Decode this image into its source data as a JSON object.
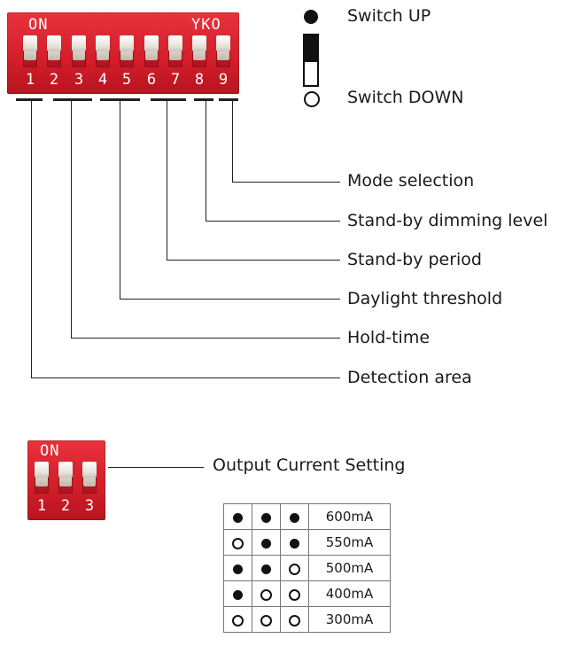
{
  "legend": {
    "up_label": "Switch UP",
    "down_label": "Switch DOWN"
  },
  "main_switch": {
    "on_label": "ON",
    "brand_label": "YKO",
    "numbers": [
      "1",
      "2",
      "3",
      "4",
      "5",
      "6",
      "7",
      "8",
      "9"
    ]
  },
  "functions": [
    {
      "label": "Mode selection"
    },
    {
      "label": "Stand-by dimming level"
    },
    {
      "label": "Stand-by period"
    },
    {
      "label": "Daylight threshold"
    },
    {
      "label": "Hold-time"
    },
    {
      "label": "Detection area"
    }
  ],
  "current_switch": {
    "on_label": "ON",
    "numbers": [
      "1",
      "2",
      "3"
    ],
    "title": "Output Current Setting"
  },
  "current_table": {
    "rows": [
      {
        "s1": "up",
        "s2": "up",
        "s3": "up",
        "value": "600mA"
      },
      {
        "s1": "down",
        "s2": "up",
        "s3": "up",
        "value": "550mA"
      },
      {
        "s1": "up",
        "s2": "up",
        "s3": "down",
        "value": "500mA"
      },
      {
        "s1": "up",
        "s2": "down",
        "s3": "down",
        "value": "400mA"
      },
      {
        "s1": "down",
        "s2": "down",
        "s3": "down",
        "value": "300mA"
      }
    ]
  },
  "colors": {
    "dip_red": "#d11e2a",
    "ink": "#1a1a1a"
  }
}
